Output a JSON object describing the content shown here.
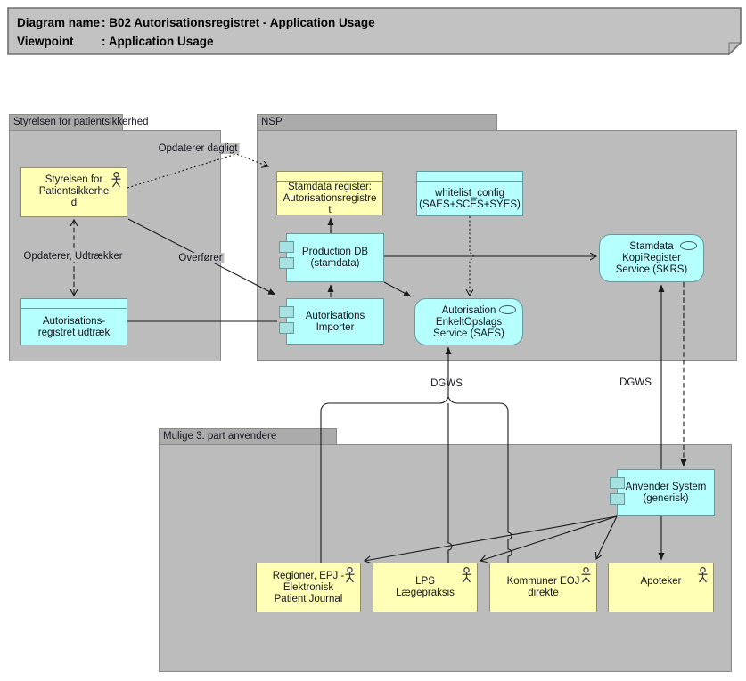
{
  "note": {
    "line1_label": "Diagram name",
    "line1_value": "B02 Autorisationsregistret - Application Usage",
    "line2_label": "Viewpoint",
    "line2_value": "Application Usage",
    "colon": ":"
  },
  "groups": {
    "styrelsen": "Styrelsen for patientsikkerhed",
    "nsp": "NSP",
    "mulige": "Mulige 3. part anvendere"
  },
  "nodes": {
    "styrelsen_actor": {
      "lines": [
        "Styrelsen for",
        "Patientsikkerhe",
        "d"
      ]
    },
    "autreg_udtraek": {
      "lines": [
        "Autorisations-",
        "registret udtræk"
      ]
    },
    "stamdata_register": {
      "lines": [
        "Stamdata register:",
        "Autorisationsregistre",
        "t"
      ]
    },
    "whitelist_config": {
      "lines": [
        "whitelist_config",
        "(SAES+SCES+SYES)"
      ]
    },
    "production_db": {
      "lines": [
        "Production DB",
        "(stamdata)"
      ]
    },
    "aut_importer": {
      "lines": [
        "Autorisations",
        "Importer"
      ]
    },
    "saes": {
      "lines": [
        "Autorisation",
        "EnkeltOpslags",
        "Service (SAES)"
      ]
    },
    "skrs": {
      "lines": [
        "Stamdata",
        "KopiRegister",
        "Service (SKRS)"
      ]
    },
    "anvender_system": {
      "lines": [
        "Anvender System",
        "(generisk)"
      ]
    },
    "regioner": {
      "lines": [
        "Regioner, EPJ -",
        "Elektronisk",
        "Patient Journal"
      ]
    },
    "lps": {
      "lines": [
        "LPS",
        "Lægepraksis"
      ]
    },
    "kommuner": {
      "lines": [
        "Kommuner EOJ",
        "direkte"
      ]
    },
    "apoteker": {
      "lines": [
        "Apoteker"
      ]
    }
  },
  "edge_labels": {
    "daily": "Opdaterer dagligt",
    "update_extract": "Opdaterer, Udtrækker",
    "transfer": "Overfører",
    "dgws_left": "DGWS",
    "dgws_right": "DGWS"
  },
  "icons": {
    "actor": "business-actor-icon",
    "service": "application-service-icon",
    "component": "component-icon"
  },
  "colors": {
    "business_fill": "#ffffb5",
    "application_fill": "#b5ffff",
    "group_body": "#bcbcbc",
    "group_tab": "#ababab",
    "note_fill": "#c2c2c2",
    "line": "#1a1a1a"
  }
}
